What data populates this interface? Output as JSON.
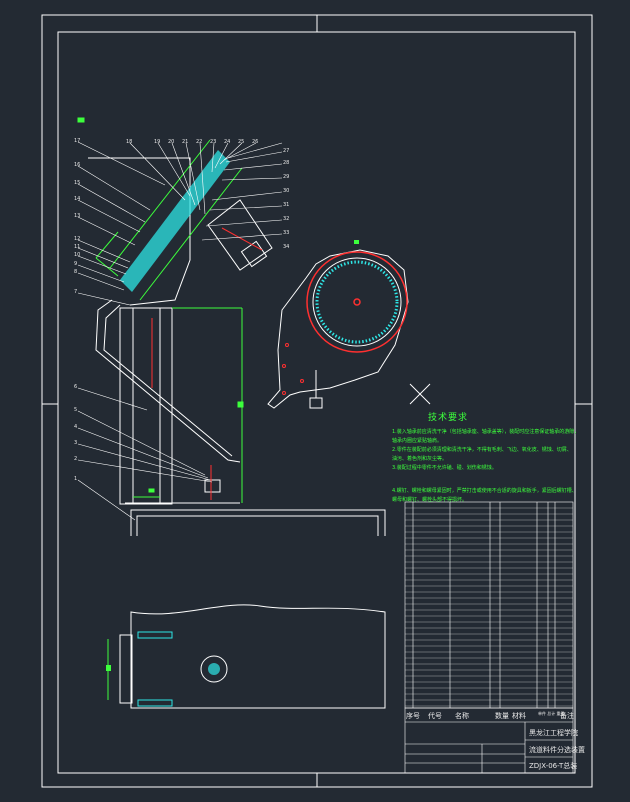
{
  "colors": {
    "background": "#232a33",
    "line": "#ffffff",
    "green": "#3cff3c",
    "cyan": "#2ee6e6",
    "red": "#ff3030"
  },
  "technical_requirements": {
    "title": "技术要求",
    "lines": [
      "1.装入轴承前应清洗干净（包括轴承座、轴承盖等），装配时应注意保证轴承的游隙，",
      "轴承内圈应紧贴轴肩。",
      "2.零件在装配前必须清理和清洗干净，不得有毛刺、飞边、氧化皮、锈蚀、切屑、",
      "油污、着色剂和灰尘等。",
      "3.装配过程中零件不允许磕、碰、划伤和锈蚀。",
      "4.螺钉、螺栓和螺母紧固时，严禁打击或使用不合适的旋具和扳手，紧固后螺钉槽、",
      "螺母和螺钉、螺栓头部不得损坏。"
    ]
  },
  "title_block": {
    "header_cols": [
      "序号",
      "代号",
      "名称",
      "数量",
      "材料",
      "单件 总计 重量",
      "备注"
    ],
    "school": "黑龙江工程学院",
    "drawing_name": "流道料件分选装置",
    "drawing_no": "ZDJX-06-T总装"
  },
  "balloons": {
    "left": [
      "17",
      "16",
      "15",
      "14",
      "13",
      "12",
      "11",
      "10",
      "9",
      "8",
      "7",
      "6",
      "5",
      "4",
      "3",
      "2",
      "1"
    ],
    "top": [
      "18",
      "19",
      "20",
      "21",
      "22",
      "23",
      "24",
      "25",
      "26"
    ],
    "right": [
      "27",
      "28",
      "29",
      "30",
      "31",
      "32",
      "33",
      "34"
    ]
  }
}
